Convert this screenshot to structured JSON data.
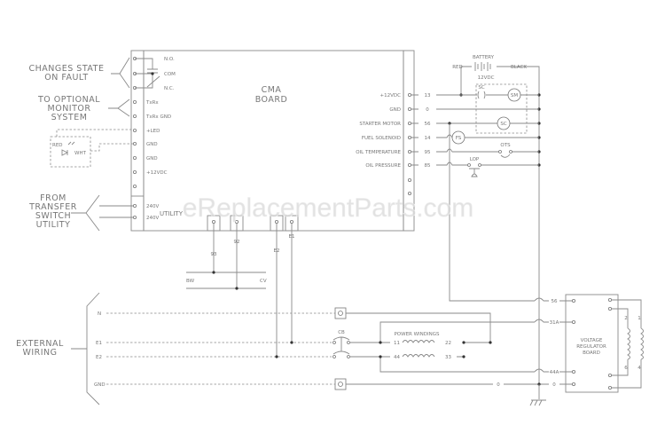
{
  "board": {
    "title_line1": "CMA",
    "title_line2": "BOARD"
  },
  "left_groups": {
    "fault": [
      "CHANGES STATE",
      "ON FAULT"
    ],
    "monitor": [
      "TO OPTIONAL",
      "MONITOR",
      "SYSTEM"
    ],
    "transfer": [
      "FROM",
      "TRANSFER",
      "SWITCH",
      "UTILITY"
    ],
    "external": [
      "EXTERNAL",
      "WIRING"
    ]
  },
  "left_terminals": [
    "N.O.",
    "COM",
    "N.C.",
    "TxRx",
    "TxRx GND",
    "+LED",
    "GND",
    "GND",
    "+12VDC",
    "",
    "240V",
    "240V"
  ],
  "utility_label": "UTILITY",
  "led": {
    "red": "RED",
    "wht": "WHT"
  },
  "right_terminals": [
    {
      "label": "+12VDC",
      "wire": "13"
    },
    {
      "label": "GND",
      "wire": "0"
    },
    {
      "label": "STARTER MOTOR",
      "wire": "56"
    },
    {
      "label": "FUEL SOLENOID",
      "wire": "14"
    },
    {
      "label": "OIL TEMPERATURE",
      "wire": "95"
    },
    {
      "label": "OIL PRESSURE",
      "wire": "85"
    }
  ],
  "battery": {
    "label": "BATTERY",
    "voltage": "12VDC",
    "red": "RED",
    "black": "BLACK"
  },
  "components": {
    "sc_relay": "SC",
    "sm": "SM",
    "sc": "SC",
    "fs": "FS",
    "ots": "OTS",
    "lop": "LOP",
    "cb": "CB"
  },
  "bottom_pins": [
    "93",
    "92",
    "E2",
    "E1"
  ],
  "sense_lines": {
    "left": "BW",
    "right": "CV"
  },
  "external_lines": [
    "N",
    "E1",
    "E2",
    "GND"
  ],
  "power_windings": {
    "title": "POWER WINDINGS",
    "w1_start": "11",
    "w1_end": "22",
    "w2_start": "44",
    "w2_end": "33"
  },
  "vr_wires": [
    "56",
    "31A",
    "44A",
    "0"
  ],
  "gnd_wire": "0",
  "vr": {
    "title": [
      "VOLTAGE",
      "REGULATOR",
      "BOARD"
    ],
    "coil_labels": [
      "2",
      "1",
      "6",
      "4"
    ]
  },
  "watermark": "eReplacementParts.com"
}
